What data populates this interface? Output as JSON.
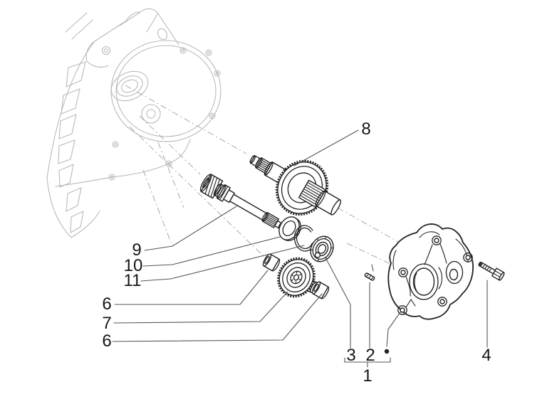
{
  "diagram": {
    "callouts": [
      {
        "label": "8"
      },
      {
        "label": "9"
      },
      {
        "label": "10"
      },
      {
        "label": "11"
      },
      {
        "label": "6"
      },
      {
        "label": "7"
      },
      {
        "label": "6"
      },
      {
        "label": "3"
      },
      {
        "label": "2"
      },
      {
        "label": "1"
      },
      {
        "label": "4"
      }
    ],
    "colors": {
      "line": "#222222",
      "case": "#b9b9b9",
      "axis": "#a9a9a9",
      "lead": "#555555",
      "label": "#161616",
      "bg": "#ffffff"
    }
  }
}
